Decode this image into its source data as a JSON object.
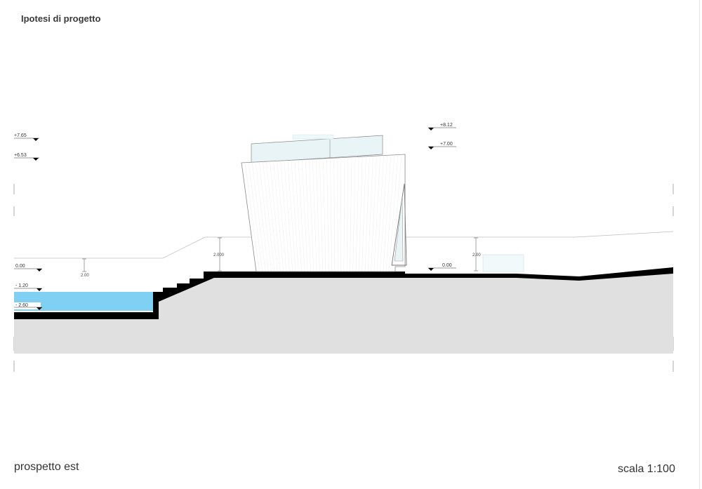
{
  "title": "Ipotesi di progetto",
  "footer": {
    "view_name": "prospetto est",
    "scale": "scala 1:100"
  },
  "levels": {
    "left_top": "+7.65",
    "left_second": "+6.53",
    "left_zero": "0.00",
    "water_1": "- 1.20",
    "water_2": "- 2.60",
    "right_top": "+8.12",
    "right_second": "+7.00",
    "right_zero": "0.00"
  },
  "dimensions": {
    "left": "2.00",
    "center": "2.000",
    "right": "2.00"
  },
  "colors": {
    "water": "#7fd0f2",
    "ground": "#e0e0e0",
    "slab": "#000000",
    "glass": "#e8f4f6",
    "facade": "#ffffff"
  }
}
